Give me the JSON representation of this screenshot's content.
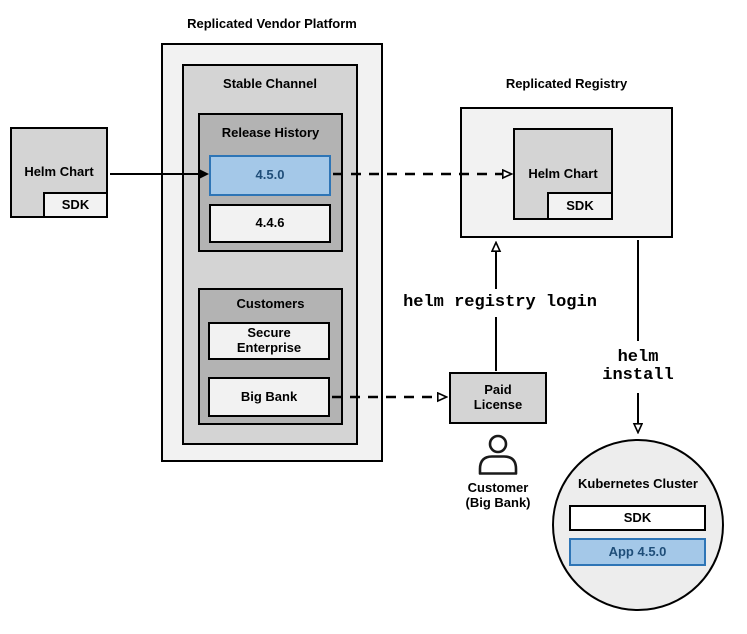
{
  "colors": {
    "highlight_fill": "#a4c8e8",
    "highlight_border": "#2e75b6",
    "highlight_text": "#1f4e79",
    "box_lightest": "#f2f2f2",
    "box_medium": "#d4d4d4",
    "box_dark": "#b3b3b3",
    "circle_fill": "#ededed",
    "line": "#000000"
  },
  "vendor_platform": {
    "title": "Replicated Vendor Platform",
    "stable_channel": {
      "label": "Stable Channel",
      "release_history": {
        "label": "Release History",
        "releases": [
          {
            "version": "4.5.0",
            "highlighted": true
          },
          {
            "version": "4.4.6",
            "highlighted": false
          }
        ]
      },
      "customers": {
        "label": "Customers",
        "items": [
          "Secure Enterprise",
          "Big Bank"
        ]
      }
    }
  },
  "helm_chart_source": {
    "label": "Helm Chart",
    "sdk": "SDK"
  },
  "registry": {
    "title": "Replicated Registry",
    "helm_chart": {
      "label": "Helm Chart",
      "sdk": "SDK"
    }
  },
  "paid_license": {
    "label": "Paid License"
  },
  "customer_actor": {
    "icon": "person-icon",
    "line1": "Customer",
    "line2": "(Big Bank)"
  },
  "kubernetes_cluster": {
    "label": "Kubernetes Cluster",
    "sdk": "SDK",
    "app": "App 4.5.0"
  },
  "commands": {
    "registry_login": "helm registry login",
    "install": "helm install"
  }
}
